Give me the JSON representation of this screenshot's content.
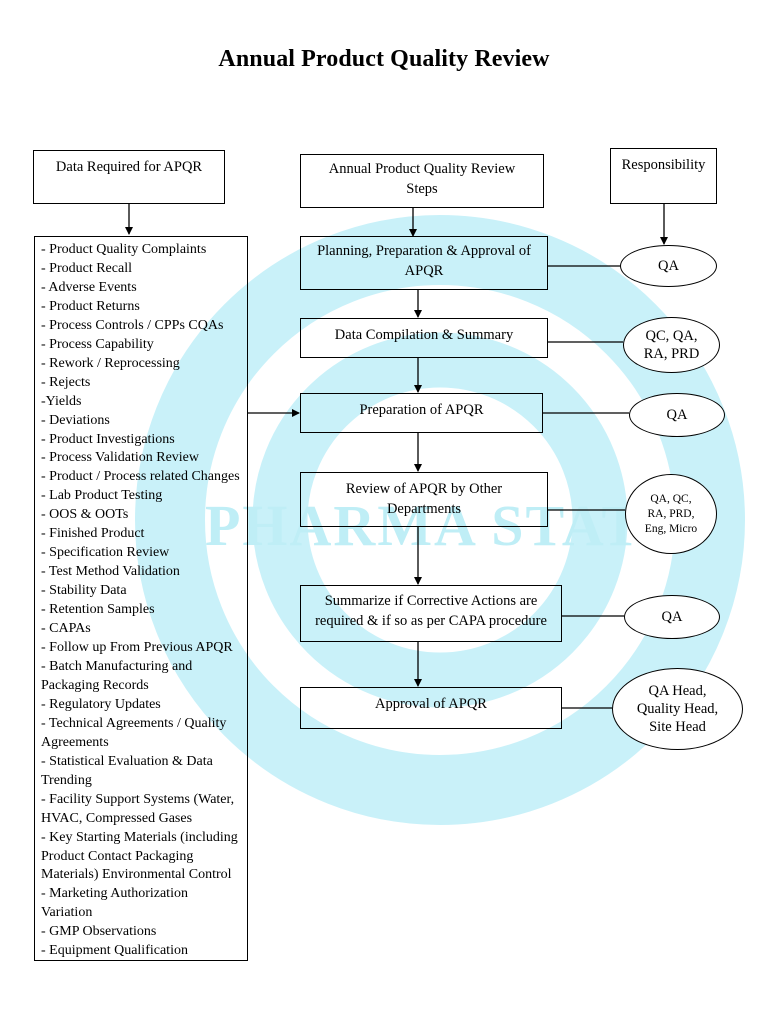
{
  "title": "Annual Product Quality Review",
  "watermark": {
    "text": "PHARMA STATE",
    "color": "#c8f0f8"
  },
  "headers": {
    "data_required": "Data Required for APQR",
    "steps": [
      "Annual Product Quality Review",
      "Steps"
    ],
    "responsibility": "Responsibility"
  },
  "data_items": [
    "- Product Quality Complaints",
    "- Product Recall",
    "- Adverse Events",
    "- Product Returns",
    "- Process Controls / CPPs CQAs",
    "- Process Capability",
    "- Rework / Reprocessing",
    "- Rejects",
    "-Yields",
    "- Deviations",
    "- Product Investigations",
    "- Process Validation Review",
    "- Product / Process related Changes",
    "- Lab Product Testing",
    "- OOS & OOTs",
    "- Finished Product",
    "- Specification Review",
    "- Test Method Validation",
    "- Stability Data",
    "- Retention Samples",
    "- CAPAs",
    "- Follow up From Previous APQR",
    "- Batch Manufacturing and",
    "Packaging Records",
    "- Regulatory Updates",
    "- Technical Agreements / Quality",
    "Agreements",
    "- Statistical Evaluation & Data",
    "Trending",
    "- Facility Support Systems (Water,",
    "HVAC, Compressed Gases",
    "- Key Starting Materials (including",
    "Product Contact Packaging",
    "Materials) Environmental Control",
    "- Marketing Authorization",
    "Variation",
    "- GMP Observations",
    "- Equipment Qualification"
  ],
  "steps": [
    {
      "lines": [
        "Planning, Preparation & Approval of",
        "APQR"
      ],
      "responsibility": [
        "QA"
      ]
    },
    {
      "lines": [
        "Data Compilation & Summary"
      ],
      "responsibility": [
        "QC, QA,",
        "RA, PRD"
      ]
    },
    {
      "lines": [
        "Preparation of APQR"
      ],
      "responsibility": [
        "QA"
      ]
    },
    {
      "lines": [
        "Review of APQR by Other",
        "Departments"
      ],
      "responsibility": [
        "QA, QC,",
        "RA, PRD,",
        "Eng, Micro"
      ]
    },
    {
      "lines": [
        "Summarize if Corrective Actions are",
        "required & if so as per CAPA procedure"
      ],
      "responsibility": [
        "QA"
      ]
    },
    {
      "lines": [
        "Approval of APQR"
      ],
      "responsibility": [
        "QA Head,",
        "Quality Head,",
        "Site Head"
      ]
    }
  ]
}
